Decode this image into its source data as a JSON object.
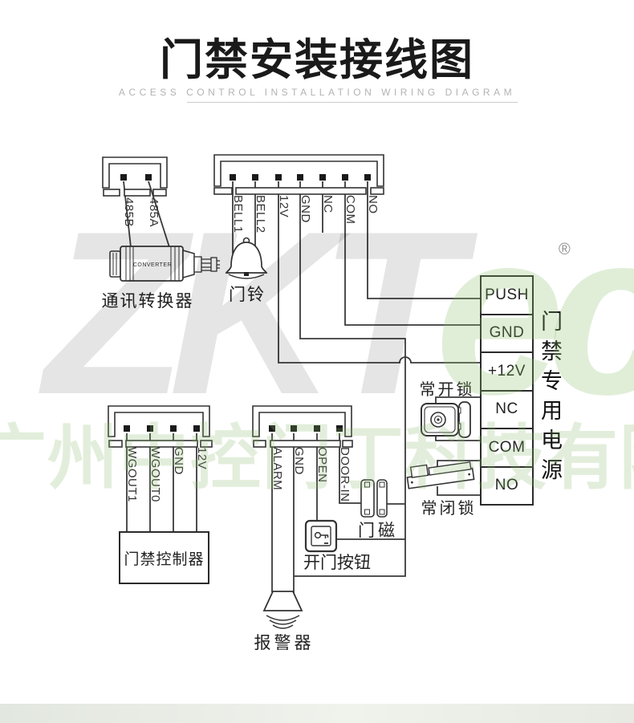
{
  "title": "门禁安装接线图",
  "subtitle": "ACCESS CONTROL INSTALLATION WIRING DIAGRAM",
  "watermark": {
    "logo_gray": "ZKT",
    "logo_green": "eco",
    "registered": "®",
    "company": "广州中控门丁科技有限公司"
  },
  "connectors": {
    "rs485": {
      "pins": [
        "485B",
        "485A"
      ]
    },
    "main": {
      "pins": [
        "BELL1",
        "BELL2",
        "12V",
        "GND",
        "NC",
        "COM",
        "NO"
      ]
    },
    "wiegand": {
      "pins": [
        "WGOUT1",
        "WGOUT0",
        "GND",
        "12V"
      ]
    },
    "io": {
      "pins": [
        "ALARM",
        "GND",
        "OPEN",
        "DOOR-IN"
      ]
    }
  },
  "power": {
    "terminals": [
      "PUSH",
      "GND",
      "+12V",
      "NC",
      "COM",
      "NO"
    ],
    "label": "门禁专用电源"
  },
  "devices": {
    "converter": {
      "label": "通讯转换器",
      "text": "CONVERTER"
    },
    "doorbell": {
      "label": "门铃"
    },
    "controller": {
      "label": "门禁控制器"
    },
    "no_lock": {
      "label": "常开锁"
    },
    "nc_lock": {
      "label": "常闭锁"
    },
    "door_sensor": {
      "label": "门磁"
    },
    "exit_button": {
      "label": "开门按钮"
    },
    "alarm": {
      "label": "报警器"
    }
  },
  "colors": {
    "wire": "#3a3a3a",
    "watermark_green": "#9cc47e",
    "logo_gray": "#bfbfbf"
  }
}
